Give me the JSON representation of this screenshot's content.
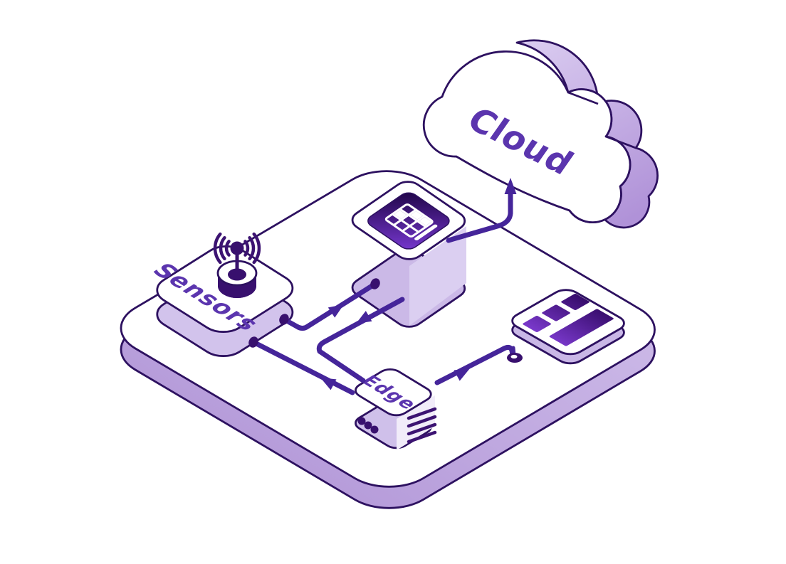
{
  "diagram": {
    "nodes": {
      "cloud": {
        "label": "Cloud",
        "icon": "cloud-icon"
      },
      "sensors": {
        "label": "Sensors",
        "icon": "wifi-antenna-icon"
      },
      "edge": {
        "label": "Edge",
        "icon": "vented-cube-icon"
      },
      "datastore": {
        "icon": "data-table-icon"
      },
      "dashboard": {
        "icon": "bar-blocks-icon"
      }
    },
    "connections": [
      {
        "from": "sensors",
        "to": "datastore"
      },
      {
        "from": "datastore",
        "to": "edge"
      },
      {
        "from": "edge",
        "to": "sensors"
      },
      {
        "from": "edge",
        "to": "dashboard"
      },
      {
        "from": "datastore",
        "to": "cloud"
      }
    ],
    "colors": {
      "label": "#5b35ae",
      "outline": "#2d1160",
      "cable": "#45259a",
      "platform_side": "#c2ace0",
      "box_side": "#d2c3ec",
      "panel_dark": "#26074f",
      "panel_light": "#7c3bd8",
      "face_white": "#ffffff",
      "deep_purple": "#38106e"
    }
  }
}
